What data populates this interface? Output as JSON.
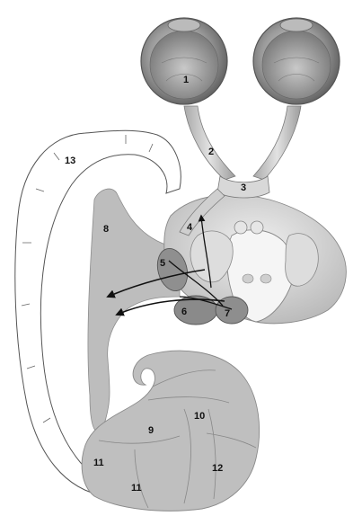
{
  "diagram": {
    "labels": {
      "l1": "1",
      "l2": "2",
      "l3": "3",
      "l4": "4",
      "l5": "5",
      "l6": "6",
      "l7": "7",
      "l8": "8",
      "l9": "9",
      "l10": "10",
      "l11a": "11",
      "l11b": "11",
      "l12": "12",
      "l13": "13"
    }
  }
}
